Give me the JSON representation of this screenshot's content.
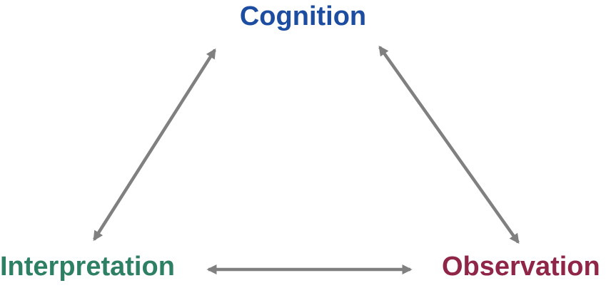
{
  "diagram": {
    "type": "triangle-cycle",
    "background": "#ffffff",
    "arrow_color": "#808080",
    "nodes": [
      {
        "id": "cognition",
        "label": "Cognition",
        "color": "#1c4da0",
        "position": "top-center"
      },
      {
        "id": "interpretation",
        "label": "Interpretation",
        "color": "#2e8065",
        "position": "bottom-left"
      },
      {
        "id": "observation",
        "label": "Observation",
        "color": "#8f2547",
        "position": "bottom-right"
      }
    ],
    "edges": [
      {
        "from": "interpretation",
        "to": "cognition",
        "direction": "bidirectional"
      },
      {
        "from": "cognition",
        "to": "observation",
        "direction": "bidirectional"
      },
      {
        "from": "interpretation",
        "to": "observation",
        "direction": "bidirectional"
      }
    ]
  }
}
